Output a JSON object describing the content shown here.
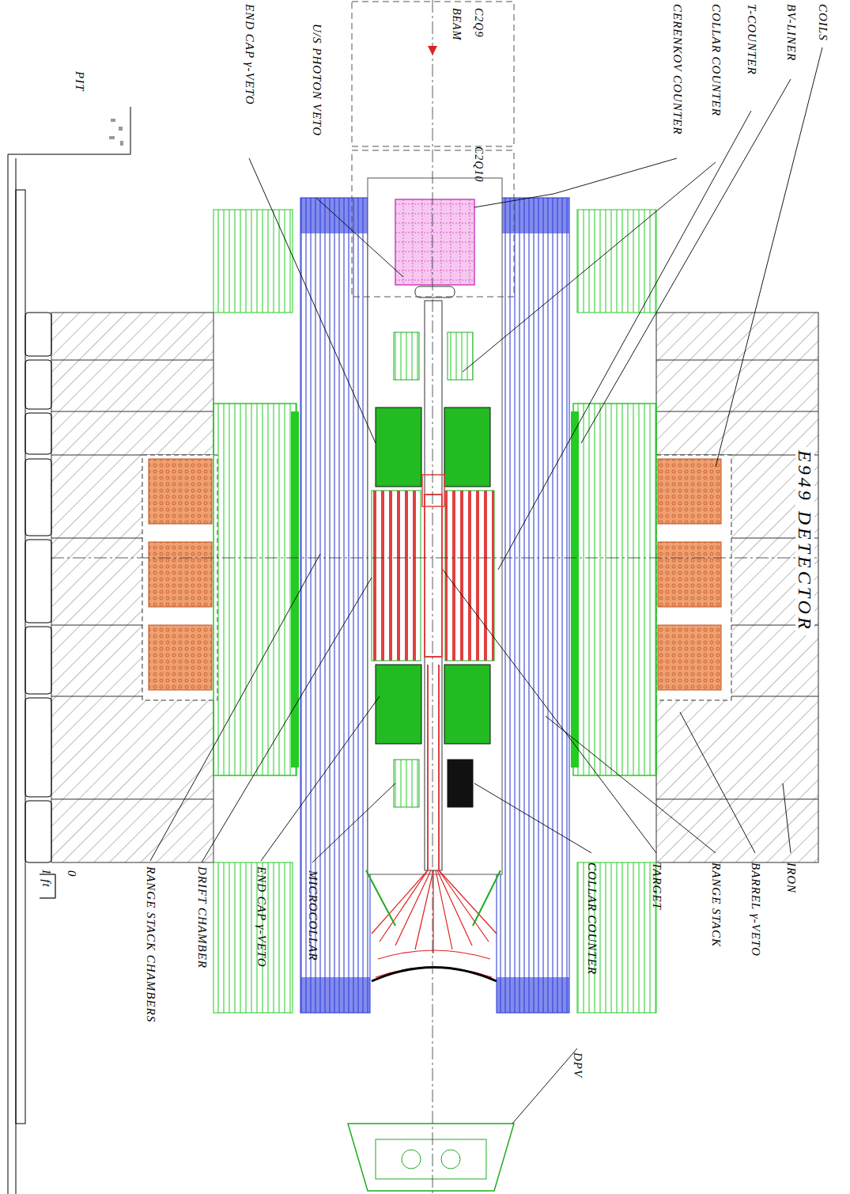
{
  "diagram": {
    "title": "E949 DETECTOR",
    "labels": [
      "COILS",
      "BV-LINER",
      "T-COUNTER",
      "COLLAR COUNTER",
      "CERENKOV COUNTER",
      "C2Q9",
      "BEAM",
      "C2Q10",
      "U/S PHOTON VETO",
      "END CAP γ-VETO",
      "PIT",
      "IRON",
      "BARREL γ-VETO",
      "RANGE STACK",
      "TARGET",
      "COLLAR COUNTER",
      "DPV",
      "MICROCOLLAR",
      "END CAP γ-VETO",
      "DRIFT CHAMBER",
      "RANGE STACK CHAMBERS",
      "0",
      "1 ft"
    ]
  }
}
